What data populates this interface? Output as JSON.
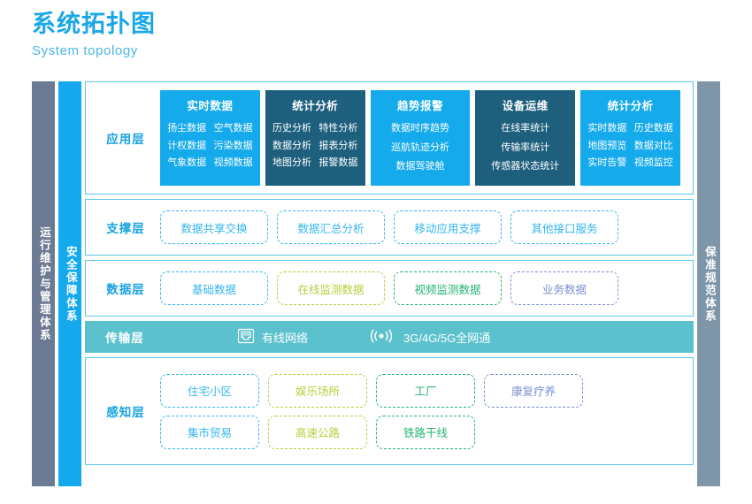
{
  "header": {
    "title_cn": "系统拓扑图",
    "title_en": "System topology"
  },
  "side_bars": {
    "left_outer": "运行维护与管理体系",
    "left_inner": "安全保障体系",
    "right": "保准规范体系"
  },
  "colors": {
    "accent_blue": "#14aaeb",
    "dark_card": "#1d5f7d",
    "teal_bar": "#5bc2cd",
    "gray_bar": "#6c7b93",
    "slate_bar": "#7f96a8",
    "pill_blue": "#35b6ef",
    "pill_lime": "#b5cf3d",
    "pill_green": "#22b573",
    "pill_purple": "#7b8fd4"
  },
  "layers": {
    "application": {
      "label": "应用层",
      "cards": [
        {
          "title": "实时数据",
          "style": "blue",
          "columns": 2,
          "items": [
            "扬尘数据",
            "空气数据",
            "计权数据",
            "污染数据",
            "气象数据",
            "视频数据"
          ]
        },
        {
          "title": "统计分析",
          "style": "dark",
          "columns": 2,
          "items": [
            "历史分析",
            "特性分析",
            "数据分析",
            "报表分析",
            "地图分析",
            "报警数据"
          ]
        },
        {
          "title": "趋势报警",
          "style": "blue",
          "columns": 1,
          "items": [
            "数据时序趋势",
            "巡航轨迹分析",
            "数据驾驶舱"
          ]
        },
        {
          "title": "设备运维",
          "style": "dark",
          "columns": 1,
          "items": [
            "在线率统计",
            "传输率统计",
            "传感器状态统计"
          ]
        },
        {
          "title": "统计分析",
          "style": "blue",
          "columns": 2,
          "items": [
            "实时数据",
            "历史数据",
            "地图预览",
            "数据对比",
            "实时告警",
            "视频监控"
          ]
        }
      ]
    },
    "support": {
      "label": "支撑层",
      "pills": [
        {
          "text": "数据共享交换",
          "color": "blue"
        },
        {
          "text": "数据汇总分析",
          "color": "blue"
        },
        {
          "text": "移动应用支撑",
          "color": "blue"
        },
        {
          "text": "其他接口服务",
          "color": "blue"
        }
      ]
    },
    "data": {
      "label": "数据层",
      "pills": [
        {
          "text": "基础数据",
          "color": "blue"
        },
        {
          "text": "在线监测数据",
          "color": "lime"
        },
        {
          "text": "视频监测数据",
          "color": "green"
        },
        {
          "text": "业务数据",
          "color": "purple"
        }
      ]
    },
    "transmission": {
      "label": "传输层",
      "items": [
        {
          "icon": "ethernet-port-icon",
          "text": "有线网络"
        },
        {
          "icon": "wireless-signal-icon",
          "text": "3G/4G/5G全网通"
        }
      ]
    },
    "perception": {
      "label": "感知层",
      "rows": [
        [
          {
            "text": "住宅小区",
            "color": "blue"
          },
          {
            "text": "娱乐场所",
            "color": "lime"
          },
          {
            "text": "工厂",
            "color": "green"
          },
          {
            "text": "康复疗养",
            "color": "purple"
          }
        ],
        [
          {
            "text": "集市贸易",
            "color": "blue"
          },
          {
            "text": "高速公路",
            "color": "lime"
          },
          {
            "text": "铁路干线",
            "color": "green"
          }
        ]
      ]
    }
  }
}
